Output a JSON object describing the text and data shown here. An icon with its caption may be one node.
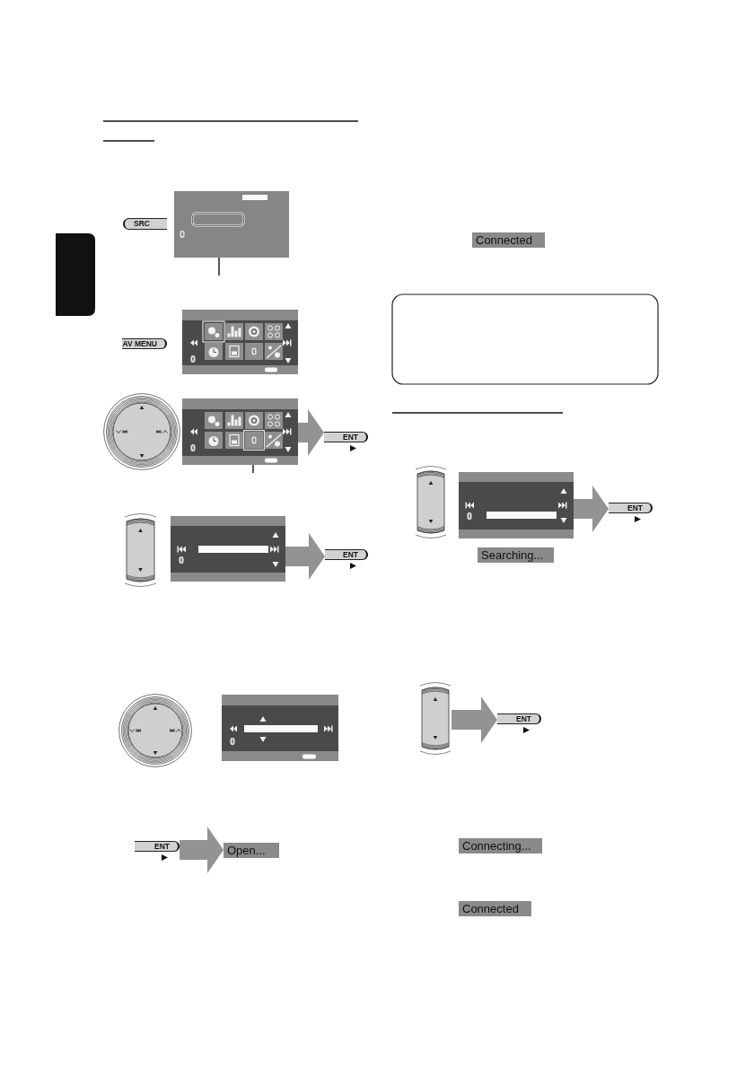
{
  "diagram": {
    "nodes": [
      {
        "text": [
          "SRC"
        ]
      },
      {
        "text": [],
        "shape": "picture"
      },
      {
        "text": [],
        "shape": "box",
        "in": 1
      },
      {
        "text": [],
        "shape": "box"
      },
      {
        "text": [
          "AV MENU"
        ]
      },
      {
        "text": [],
        "shape": "picture"
      },
      {
        "text": [],
        "shape": "picture"
      },
      {
        "text": [],
        "shape": "picture"
      },
      {
        "text": [],
        "shape": "box",
        "in": 7
      },
      {
        "text": [
          "ENT"
        ]
      },
      {
        "text": [],
        "shape": "picture"
      },
      {
        "text": [],
        "shape": "picture"
      },
      {
        "text": [
          "ENT"
        ]
      },
      {
        "text": [],
        "shape": "picture"
      },
      {
        "text": [],
        "shape": "picture"
      },
      {
        "text": [
          "ENT"
        ]
      },
      {
        "text": [
          "Open..."
        ]
      },
      {
        "text": [
          "Connected"
        ]
      },
      {
        "text": [],
        "shape": "picture"
      },
      {
        "text": [],
        "shape": "picture"
      },
      {
        "text": [
          "ENT"
        ]
      },
      {
        "text": [
          "Searching..."
        ]
      },
      {
        "text": [],
        "shape": "picture"
      },
      {
        "text": [
          "ENT"
        ]
      },
      {
        "text": [
          "Connecting..."
        ]
      },
      {
        "text": [
          "Connected"
        ]
      }
    ],
    "edges": [
      {
        "from": null,
        "to": 2,
        "arrow": "none",
        "color": "#111111"
      },
      {
        "from": 7,
        "to": 9,
        "arrow": "to"
      },
      {
        "from": null,
        "to": 8,
        "arrow": "none",
        "color": "#111111"
      },
      {
        "from": 11,
        "to": 12,
        "arrow": "to"
      },
      {
        "from": 15,
        "to": 16,
        "arrow": "to"
      },
      {
        "from": 19,
        "to": 20,
        "arrow": "to"
      },
      {
        "from": 22,
        "to": 23,
        "arrow": "to"
      }
    ]
  }
}
